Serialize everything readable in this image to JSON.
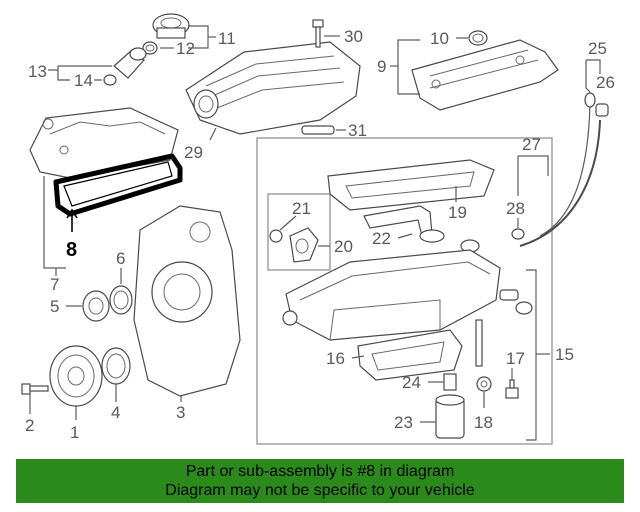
{
  "diagram": {
    "labels": [
      {
        "id": "1",
        "text": "1"
      },
      {
        "id": "2",
        "text": "2"
      },
      {
        "id": "3",
        "text": "3"
      },
      {
        "id": "4",
        "text": "4"
      },
      {
        "id": "5",
        "text": "5"
      },
      {
        "id": "6",
        "text": "6"
      },
      {
        "id": "7",
        "text": "7"
      },
      {
        "id": "8",
        "text": "8"
      },
      {
        "id": "9",
        "text": "9"
      },
      {
        "id": "10",
        "text": "10"
      },
      {
        "id": "11",
        "text": "11"
      },
      {
        "id": "12",
        "text": "12"
      },
      {
        "id": "13",
        "text": "13"
      },
      {
        "id": "14",
        "text": "14"
      },
      {
        "id": "15",
        "text": "15"
      },
      {
        "id": "16",
        "text": "16"
      },
      {
        "id": "17",
        "text": "17"
      },
      {
        "id": "18",
        "text": "18"
      },
      {
        "id": "19",
        "text": "19"
      },
      {
        "id": "20",
        "text": "20"
      },
      {
        "id": "21",
        "text": "21"
      },
      {
        "id": "22",
        "text": "22"
      },
      {
        "id": "23",
        "text": "23"
      },
      {
        "id": "24",
        "text": "24"
      },
      {
        "id": "25",
        "text": "25"
      },
      {
        "id": "26",
        "text": "26"
      },
      {
        "id": "27",
        "text": "27"
      },
      {
        "id": "28",
        "text": "28"
      },
      {
        "id": "29",
        "text": "29"
      },
      {
        "id": "30",
        "text": "30"
      },
      {
        "id": "31",
        "text": "31"
      }
    ],
    "highlighted_part": "8",
    "colors": {
      "highlight": "#000000",
      "banner": "#2a8a1a",
      "line": "#5a5a5a"
    }
  },
  "banner": {
    "line1": "Part or sub-assembly is #8 in diagram",
    "line2": "Diagram may not be specific to your vehicle"
  }
}
